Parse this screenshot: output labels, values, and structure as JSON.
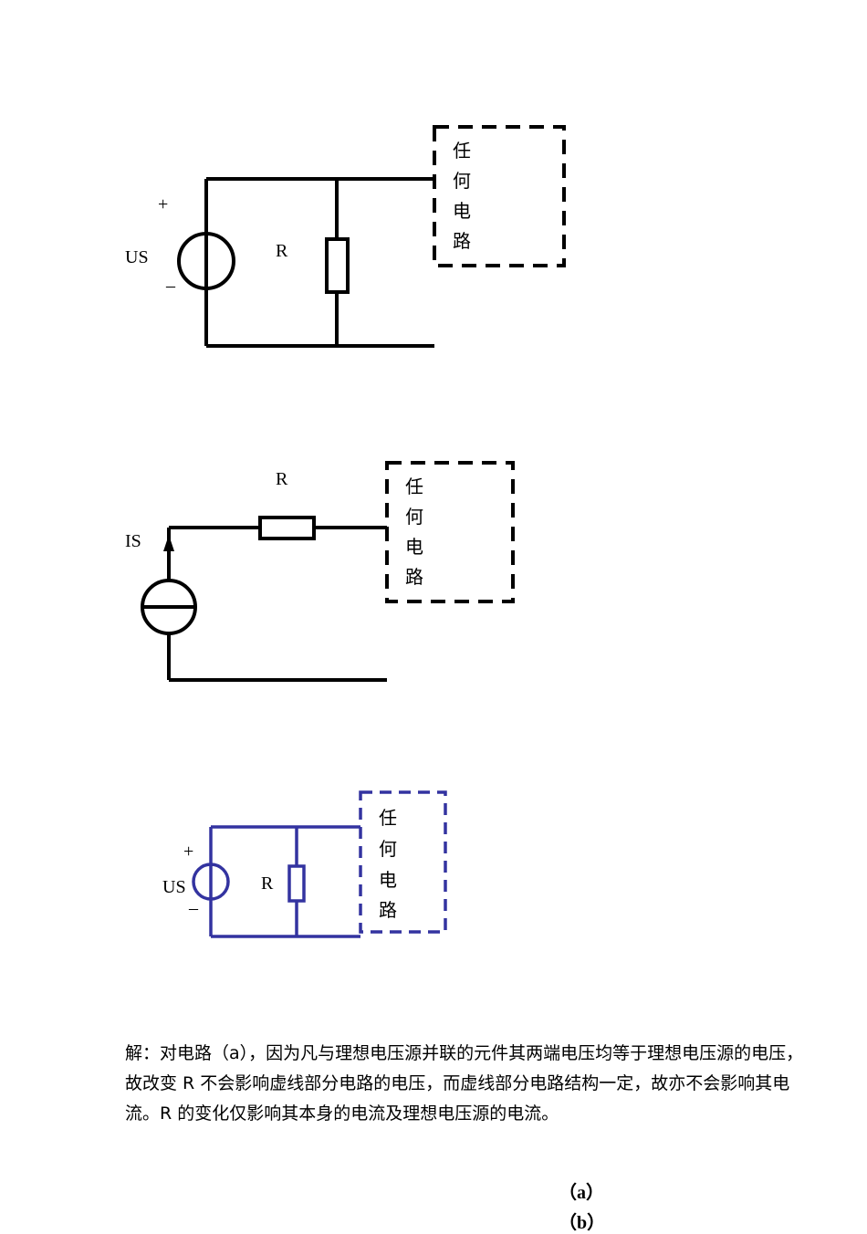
{
  "circuit_a": {
    "source_label": "US",
    "plus": "+",
    "minus": "–",
    "resistor_label": "R",
    "box_chars": [
      "任",
      "何",
      "电",
      "路"
    ]
  },
  "circuit_b": {
    "source_label": "IS",
    "resistor_label": "R",
    "box_chars": [
      "任",
      "何",
      "电",
      "路"
    ]
  },
  "circuit_c": {
    "source_label": "US",
    "plus": "+",
    "minus": "–",
    "resistor_label": "R",
    "box_chars": [
      "任",
      "何",
      "电",
      "路"
    ],
    "color": "#3333a0"
  },
  "solution": {
    "line1": "解：对电路（a），因为凡与理想电压源并联的元件其两端电压均等于理想电压源的电压，",
    "line2": "故改变 R 不会影响虚线部分电路的电压，而虚线部分电路结构一定，故亦不会影响其电",
    "line3": "流。R 的变化仅影响其本身的电流及理想电压源的电流。"
  },
  "captions": {
    "a": "（a）",
    "b": "（b）"
  }
}
